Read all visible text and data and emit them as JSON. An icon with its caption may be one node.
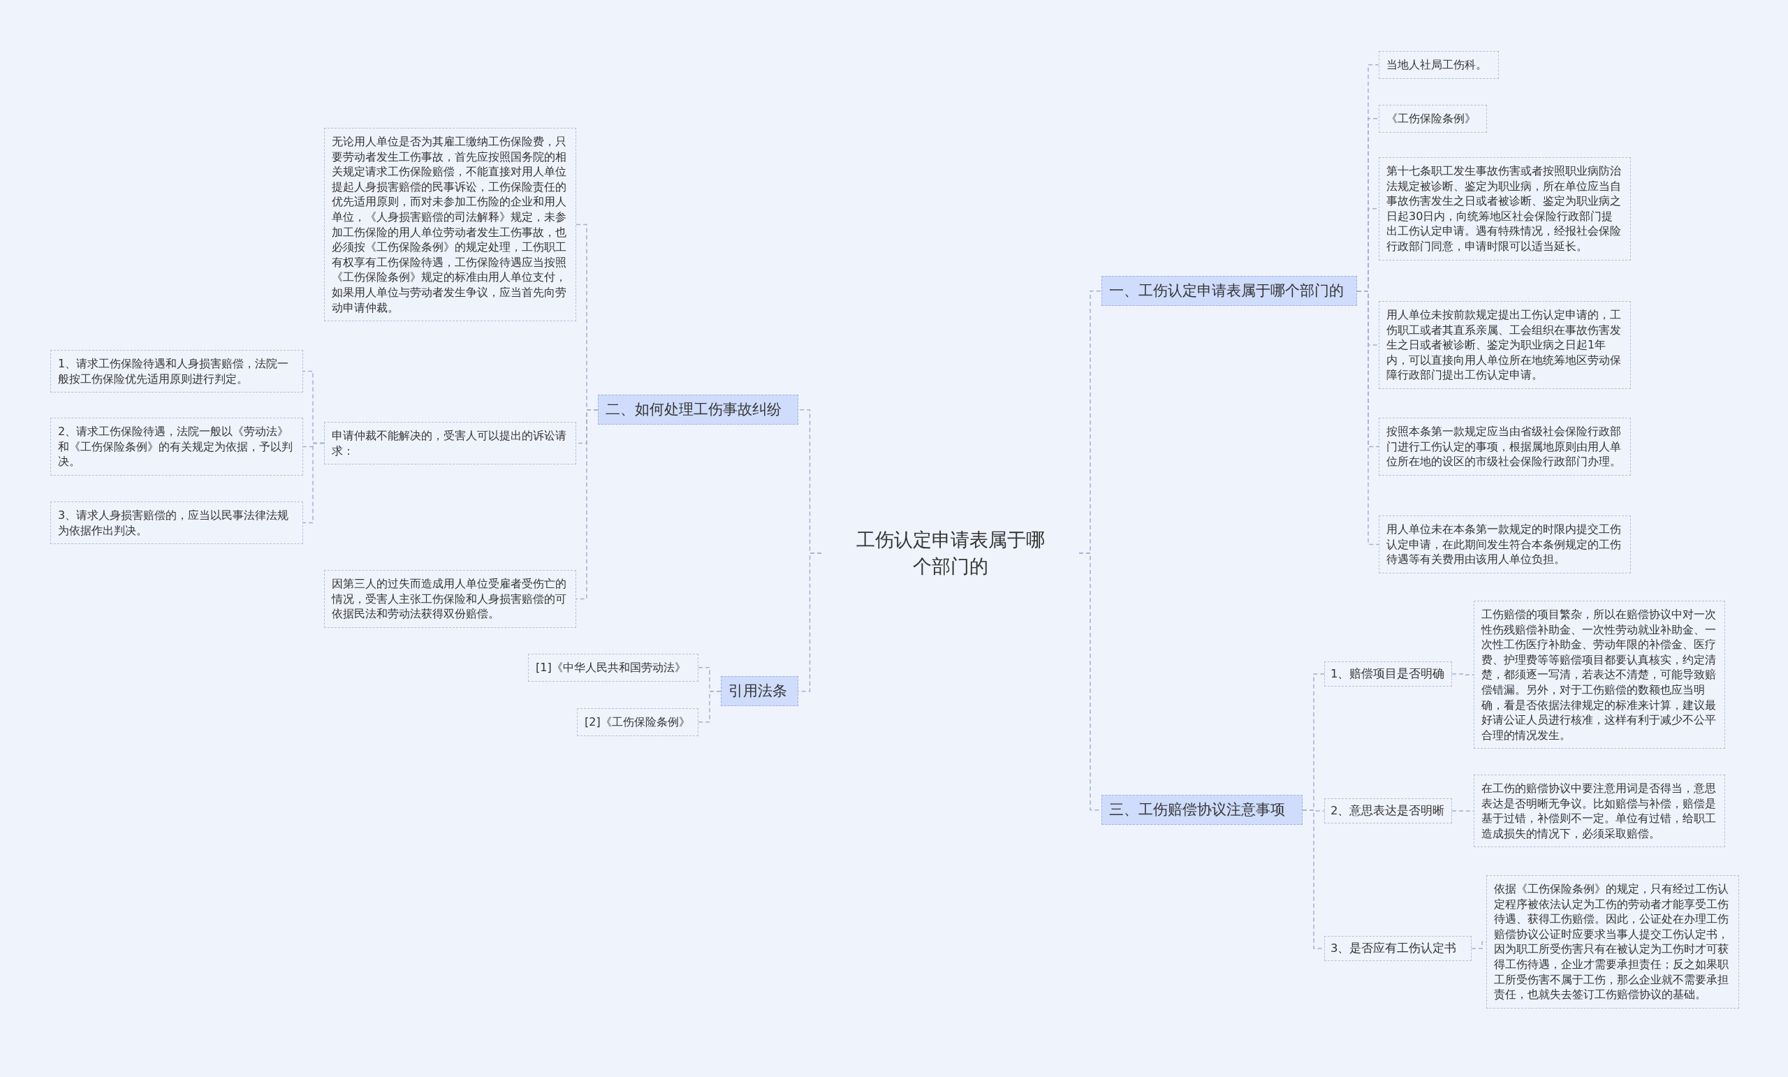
{
  "diagram": {
    "nodes": [
      {
        "text": [
          "工伤认定申请表属于哪个部门的"
        ]
      },
      {
        "text": [
          "一、工伤认定申请表属于哪个部门的"
        ]
      },
      {
        "text": [
          "当地人社局工伤科。"
        ]
      },
      {
        "text": [
          "《工伤保险条例》"
        ]
      },
      {
        "text": [
          "第十七条职工发生事故伤害或者按照职业病防治法规定被诊断、鉴定为职业病，所在单位应当自事故伤害发生之日或者被诊断、鉴定为职业病之日起30日内，向统筹地区社会保险行政部门提出工伤认定申请。遇有特殊情况，经报社会保险行政部门同意，申请时限可以适当延长。"
        ]
      },
      {
        "text": [
          "用人单位未按前款规定提出工伤认定申请的，工伤职工或者其直系亲属、工会组织在事故伤害发生之日或者被诊断、鉴定为职业病之日起1年内，可以直接向用人单位所在地统筹地区劳动保障行政部门提出工伤认定申请。"
        ]
      },
      {
        "text": [
          "按照本条第一款规定应当由省级社会保险行政部门进行工伤认定的事项，根据属地原则由用人单位所在地的设区的市级社会保险行政部门办理。"
        ]
      },
      {
        "text": [
          "用人单位未在本条第一款规定的时限内提交工伤认定申请，在此期间发生符合本条例规定的工伤待遇等有关费用由该用人单位负担。"
        ]
      },
      {
        "text": [
          "二、如何处理工伤事故纠纷"
        ]
      },
      {
        "text": [
          "无论用人单位是否为其雇工缴纳工伤保险费，只要劳动者发生工伤事故，首先应按照国务院的相关规定请求工伤保险赔偿，不能直接对用人单位提起人身损害赔偿的民事诉讼，工伤保险责任的优先适用原则，而对未参加工伤险的企业和用人单位，《人身损害赔偿的司法解释》规定，未参加工伤保险的用人单位劳动者发生工伤事故，也必须按《工伤保险条例》的规定处理，工伤职工有权享有工伤保险待遇，工伤保险待遇应当按照《工伤保险条例》规定的标准由用人单位支付，如果用人单位与劳动者发生争议，应当首先向劳动申请仲裁。"
        ]
      },
      {
        "text": [
          "申请仲裁不能解决的，受害人可以提出的诉讼请求："
        ]
      },
      {
        "text": [
          "1、请求工伤保险待遇和人身损害赔偿，法院一般按工伤保险优先适用原则进行判定。"
        ]
      },
      {
        "text": [
          "2、请求工伤保险待遇，法院一般以《劳动法》和《工伤保险条例》的有关规定为依据，予以判决。"
        ]
      },
      {
        "text": [
          "3、请求人身损害赔偿的，应当以民事法律法规为依据作出判决。"
        ]
      },
      {
        "text": [
          "因第三人的过失而造成用人单位受雇者受伤亡的情况，受害人主张工伤保险和人身损害赔偿的可依据民法和劳动法获得双份赔偿。"
        ]
      },
      {
        "text": [
          "引用法条"
        ]
      },
      {
        "text": [
          "[1]《中华人民共和国劳动法》"
        ]
      },
      {
        "text": [
          "[2]《工伤保险条例》"
        ]
      },
      {
        "text": [
          "三、工伤赔偿协议注意事项"
        ]
      },
      {
        "text": [
          "1、赔偿项目是否明确"
        ]
      },
      {
        "text": [
          "工伤赔偿的项目繁杂，所以在赔偿协议中对一次性伤残赔偿补助金、一次性劳动就业补助金、一次性工伤医疗补助金、劳动年限的补偿金、医疗费、护理费等等赔偿项目都要认真核实，约定清楚，都须逐一写清，若表达不清楚，可能导致赔偿错漏。另外，对于工伤赔偿的数额也应当明确，看是否依据法律规定的标准来计算，建议最好请公证人员进行核准，这样有利于减少不公平合理的情况发生。"
        ]
      },
      {
        "text": [
          "2、意思表达是否明晰"
        ]
      },
      {
        "text": [
          "在工伤的赔偿协议中要注意用词是否得当，意思表达是否明晰无争议。比如赔偿与补偿，赔偿是基于过错，补偿则不一定。单位有过错，给职工造成损失的情况下，必须采取赔偿。"
        ]
      },
      {
        "text": [
          "3、是否应有工伤认定书"
        ]
      },
      {
        "text": [
          "依据《工伤保险条例》的规定，只有经过工伤认定程序被依法认定为工伤的劳动者才能享受工伤待遇、获得工伤赔偿。因此，公证处在办理工伤赔偿协议公证时应要求当事人提交工伤认定书，因为职工所受伤害只有在被认定为工伤时才可获得工伤待遇，企业才需要承担责任；反之如果职工所受伤害不属于工伤，那么企业就不需要承担责任，也就失去签订工伤赔偿协议的基础。"
        ]
      }
    ],
    "edges": [
      {
        "from": 0,
        "to": 1,
        "arrow": "none"
      },
      {
        "from": 1,
        "to": 2,
        "arrow": "none"
      },
      {
        "from": 1,
        "to": 3,
        "arrow": "none"
      },
      {
        "from": 1,
        "to": 4,
        "arrow": "none"
      },
      {
        "from": 1,
        "to": 5,
        "arrow": "none"
      },
      {
        "from": 1,
        "to": 6,
        "arrow": "none"
      },
      {
        "from": 1,
        "to": 7,
        "arrow": "none"
      },
      {
        "from": 0,
        "to": 8,
        "arrow": "none"
      },
      {
        "from": 8,
        "to": 9,
        "arrow": "none"
      },
      {
        "from": 8,
        "to": 10,
        "arrow": "none"
      },
      {
        "from": 10,
        "to": 11,
        "arrow": "none"
      },
      {
        "from": 10,
        "to": 12,
        "arrow": "none"
      },
      {
        "from": 10,
        "to": 13,
        "arrow": "none"
      },
      {
        "from": 8,
        "to": 14,
        "arrow": "none"
      },
      {
        "from": 0,
        "to": 15,
        "arrow": "none"
      },
      {
        "from": 15,
        "to": 16,
        "arrow": "none"
      },
      {
        "from": 15,
        "to": 17,
        "arrow": "none"
      },
      {
        "from": 0,
        "to": 18,
        "arrow": "none"
      },
      {
        "from": 18,
        "to": 19,
        "arrow": "none"
      },
      {
        "from": 19,
        "to": 20,
        "arrow": "none"
      },
      {
        "from": 18,
        "to": 21,
        "arrow": "none"
      },
      {
        "from": 21,
        "to": 22,
        "arrow": "none"
      },
      {
        "from": 18,
        "to": 23,
        "arrow": "none"
      },
      {
        "from": 23,
        "to": 24,
        "arrow": "none"
      }
    ]
  }
}
